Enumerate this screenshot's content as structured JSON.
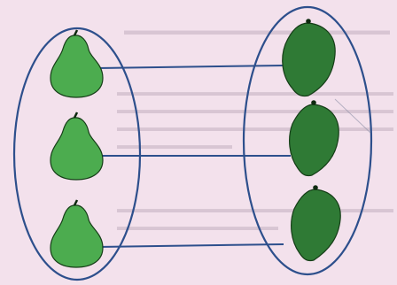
{
  "palette": {
    "background": "#f3e1ec",
    "ellipse_stroke": "#2d4f8c",
    "line_stroke": "#2d4f8c",
    "fruit_left": "#4cac4f",
    "fruit_right": "#2f7a35",
    "fruit_outline": "#153d17",
    "stem": "#0e2a10"
  },
  "diagram": {
    "left_set": {
      "items": [
        {
          "shape": "pear-shaped-fruit-icon"
        },
        {
          "shape": "pear-shaped-fruit-icon"
        },
        {
          "shape": "pear-shaped-fruit-icon"
        }
      ]
    },
    "right_set": {
      "items": [
        {
          "shape": "mango-leaf-fruit-icon"
        },
        {
          "shape": "mango-leaf-fruit-icon"
        },
        {
          "shape": "mango-leaf-fruit-icon"
        }
      ]
    },
    "mapping": [
      {
        "from": 1,
        "to": 1
      },
      {
        "from": 2,
        "to": 2
      },
      {
        "from": 3,
        "to": 3
      }
    ]
  }
}
